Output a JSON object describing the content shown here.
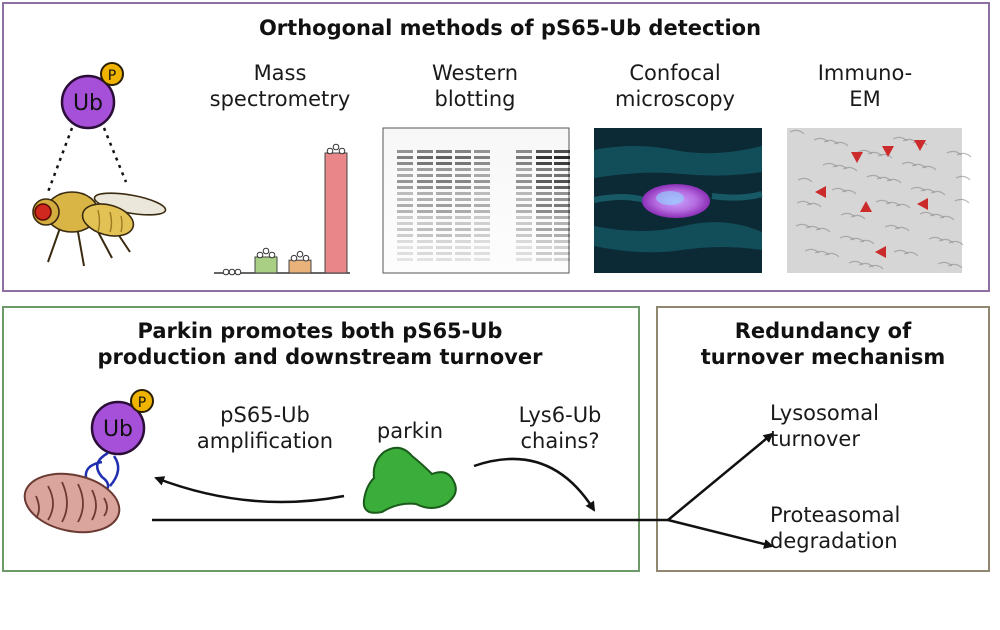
{
  "top": {
    "title": "Orthogonal methods of pS65-Ub detection",
    "ub_label": "Ub",
    "p_label": "P",
    "methods": [
      {
        "label": "Mass\nspectrometry"
      },
      {
        "label": "Western\nblotting"
      },
      {
        "label": "Confocal\nmicroscopy"
      },
      {
        "label": "Immuno-\nEM"
      }
    ],
    "ms_bars": [
      0.0,
      0.1,
      0.08,
      0.75
    ],
    "colors": {
      "purple": "#a64fd8",
      "gold": "#f0b400",
      "bar_green": "#a9cf85",
      "bar_orange": "#e9b27a",
      "bar_red": "#e8868a",
      "em_arrow": "#cc2b2b"
    }
  },
  "left": {
    "title": "Parkin promotes both pS65-Ub\nproduction and downstream turnover",
    "ub_label": "Ub",
    "p_label": "P",
    "amplification": "pS65-Ub\namplification",
    "parkin": "parkin",
    "lys6": "Lys6-Ub\nchains?",
    "colors": {
      "parkin": "#3aad3a",
      "mito": "#d9a59c"
    }
  },
  "right": {
    "title": "Redundancy of\nturnover mechanism",
    "lysosomal": "Lysosomal\nturnover",
    "proteasomal": "Proteasomal\ndegradation"
  }
}
